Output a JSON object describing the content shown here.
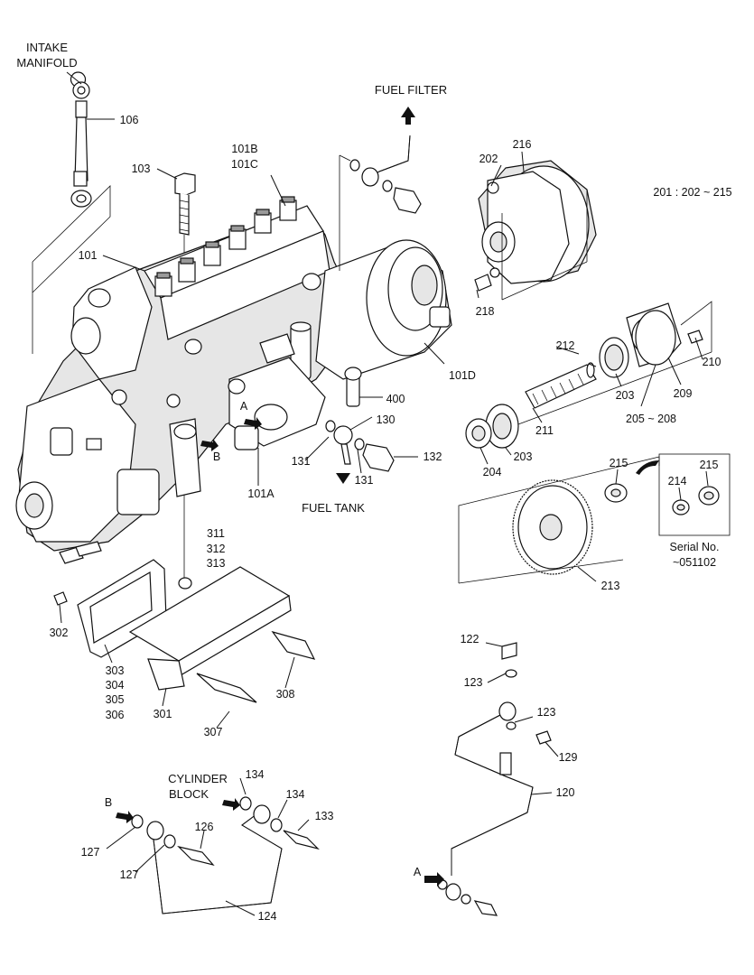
{
  "labels": {
    "intake_manifold_1": "INTAKE",
    "intake_manifold_2": "MANIFOLD",
    "fuel_filter": "FUEL FILTER",
    "fuel_tank": "FUEL TANK",
    "cylinder_block_1": "CYLINDER",
    "cylinder_block_2": "BLOCK",
    "range_note": "201 : 202 ~ 215",
    "serial_1": "Serial No.",
    "serial_2": "~051102",
    "arrow_a1": "A",
    "arrow_b1": "B",
    "arrow_a2": "A",
    "arrow_b2": "B"
  },
  "parts": {
    "p106": "106",
    "p103": "103",
    "p101B": "101B",
    "p101C": "101C",
    "p101": "101",
    "p202": "202",
    "p216": "216",
    "p218": "218",
    "p101D": "101D",
    "p212": "212",
    "p210": "210",
    "p203a": "203",
    "p209": "209",
    "p211": "211",
    "p205_208": "205 ~ 208",
    "p400": "400",
    "p130": "130",
    "p132": "132",
    "p131a": "131",
    "p131b": "131",
    "p101A": "101A",
    "p204": "204",
    "p203b": "203",
    "p215a": "215",
    "p215b": "215",
    "p214": "214",
    "p213": "213",
    "p311": "311",
    "p312": "312",
    "p313": "313",
    "p302": "302",
    "p303": "303",
    "p304": "304",
    "p305": "305",
    "p306": "306",
    "p301": "301",
    "p307": "307",
    "p308": "308",
    "p122": "122",
    "p123a": "123",
    "p123b": "123",
    "p129": "129",
    "p120": "120",
    "p134a": "134",
    "p134b": "134",
    "p133": "133",
    "p126": "126",
    "p127a": "127",
    "p127b": "127",
    "p124": "124"
  }
}
